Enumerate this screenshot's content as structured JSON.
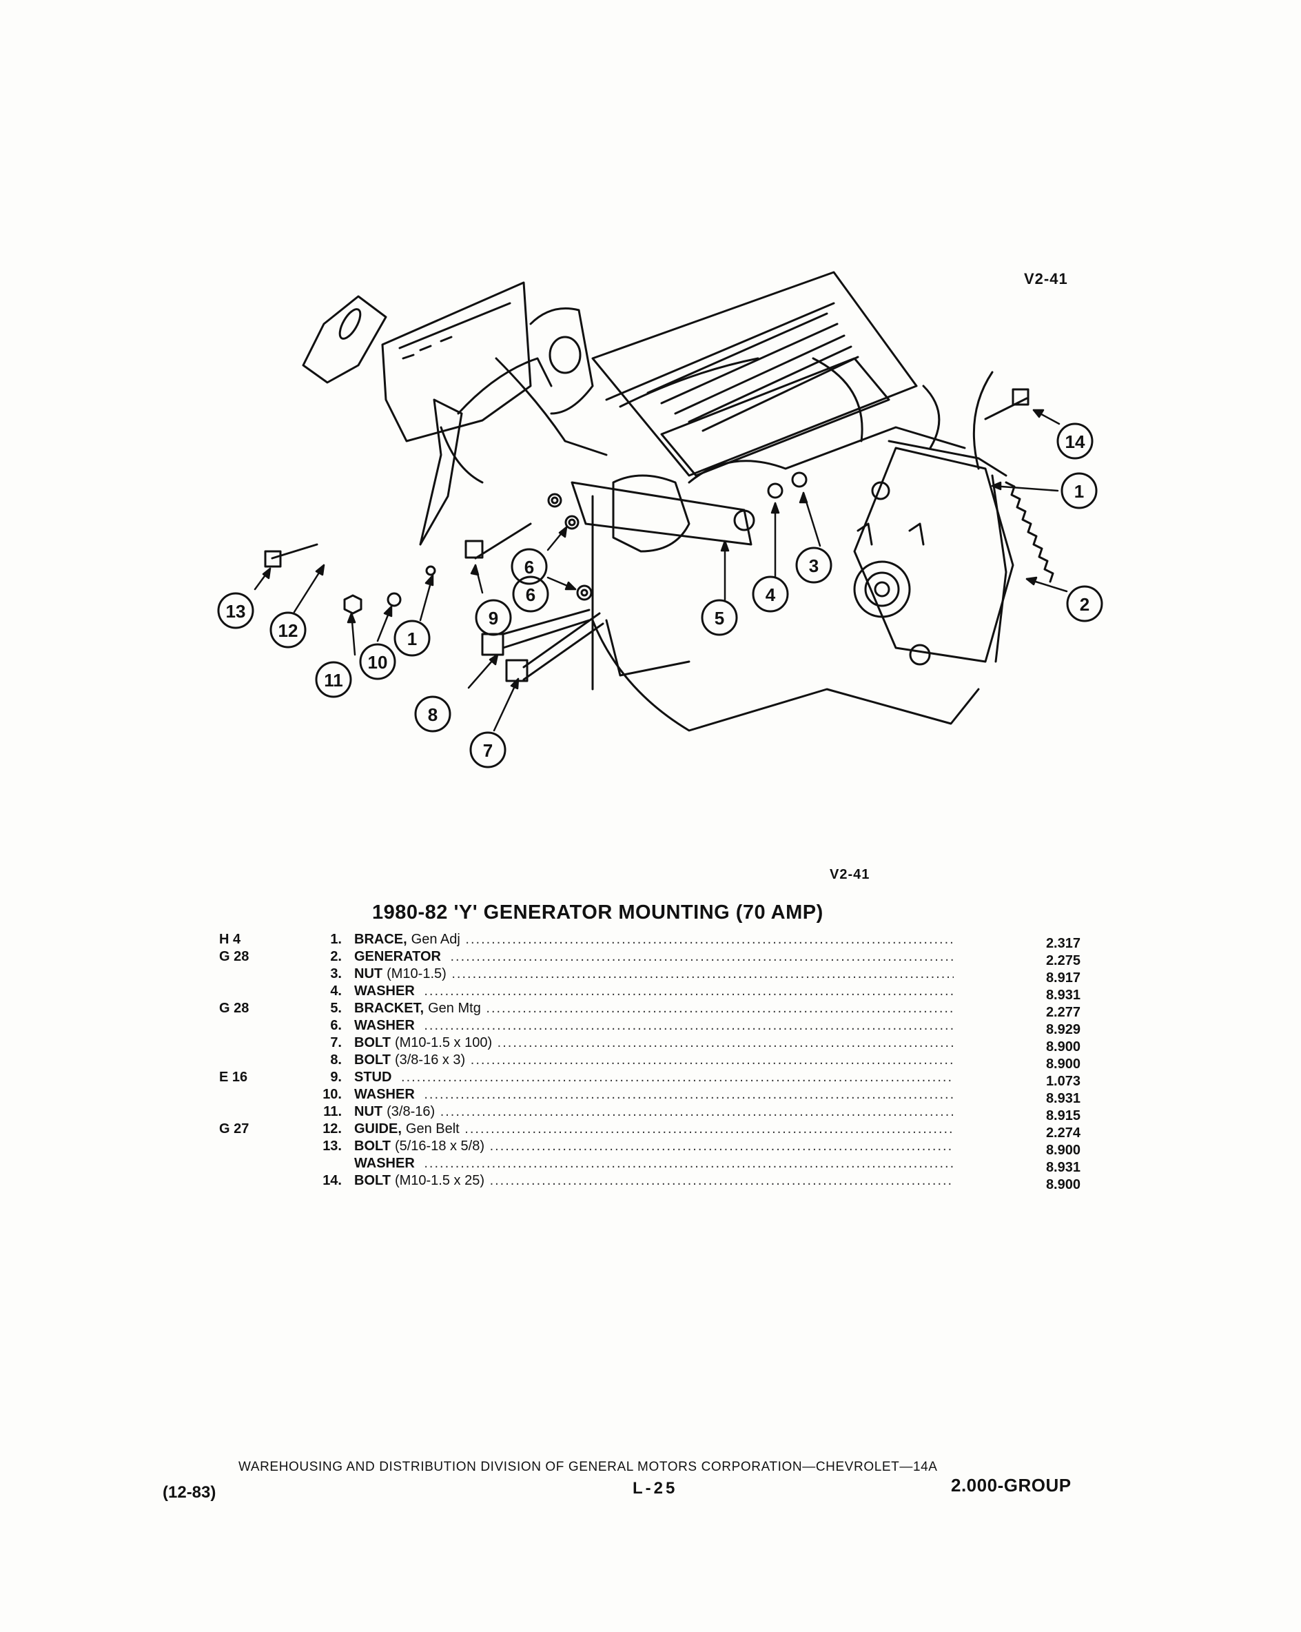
{
  "figure": {
    "code_top": "V2-41",
    "code_bottom": "V2-41",
    "callouts": [
      "1",
      "2",
      "3",
      "4",
      "5",
      "6",
      "6",
      "7",
      "8",
      "9",
      "1",
      "10",
      "11",
      "12",
      "13",
      "14"
    ]
  },
  "title": "1980-82 'Y' GENERATOR MOUNTING (70 AMP)",
  "parts": [
    {
      "grid": "H 4",
      "num": "1.",
      "name": "BRACE,",
      "detail": "Gen Adj",
      "part": "2.317"
    },
    {
      "grid": "G 28",
      "num": "2.",
      "name": "GENERATOR",
      "detail": "",
      "part": "2.275"
    },
    {
      "grid": "",
      "num": "3.",
      "name": "NUT",
      "detail": "(M10-1.5)",
      "part": "8.917"
    },
    {
      "grid": "",
      "num": "4.",
      "name": "WASHER",
      "detail": "",
      "part": "8.931"
    },
    {
      "grid": "G 28",
      "num": "5.",
      "name": "BRACKET,",
      "detail": "Gen Mtg",
      "part": "2.277"
    },
    {
      "grid": "",
      "num": "6.",
      "name": "WASHER",
      "detail": "",
      "part": "8.929"
    },
    {
      "grid": "",
      "num": "7.",
      "name": "BOLT",
      "detail": "(M10-1.5 x 100)",
      "part": "8.900"
    },
    {
      "grid": "",
      "num": "8.",
      "name": "BOLT",
      "detail": "(3/8-16 x 3)",
      "part": "8.900"
    },
    {
      "grid": "E 16",
      "num": "9.",
      "name": "STUD",
      "detail": "",
      "part": "1.073"
    },
    {
      "grid": "",
      "num": "10.",
      "name": "WASHER",
      "detail": "",
      "part": "8.931"
    },
    {
      "grid": "",
      "num": "11.",
      "name": "NUT",
      "detail": "(3/8-16)",
      "part": "8.915"
    },
    {
      "grid": "G 27",
      "num": "12.",
      "name": "GUIDE,",
      "detail": "Gen Belt",
      "part": "2.274"
    },
    {
      "grid": "",
      "num": "13.",
      "name": "BOLT",
      "detail": "(5/16-18 x 5/8)",
      "part": "8.900"
    },
    {
      "grid": "",
      "num": "",
      "name": "WASHER",
      "detail": "",
      "part": "8.931"
    },
    {
      "grid": "",
      "num": "14.",
      "name": "BOLT",
      "detail": "(M10-1.5 x 25)",
      "part": "8.900"
    }
  ],
  "footer": {
    "corporation": "WAREHOUSING AND DISTRIBUTION DIVISION OF GENERAL MOTORS CORPORATION—CHEVROLET—14A",
    "date": "(12-83)",
    "page": "L-25",
    "group": "2.000-GROUP"
  }
}
